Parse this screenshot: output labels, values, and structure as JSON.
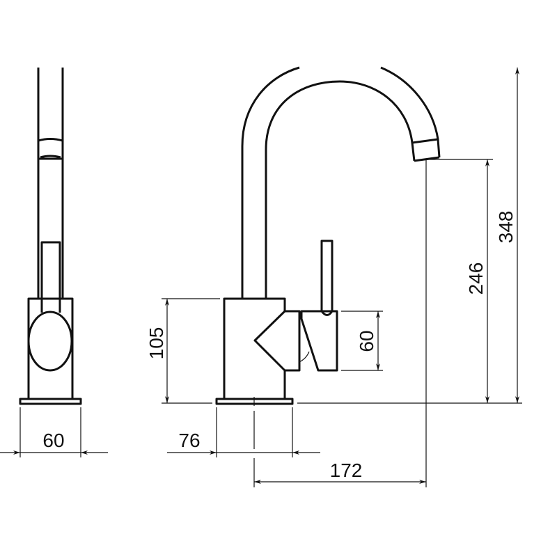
{
  "title": "Kitchen mixer tap dimensional drawing",
  "colors": {
    "line": "#111111",
    "background": "#ffffff"
  },
  "dimensions": {
    "side_width": "60",
    "base_width": "76",
    "spout_reach": "172",
    "body_height": "105",
    "handle_height": "60",
    "spout_outlet_height": "246",
    "total_height": "348"
  }
}
